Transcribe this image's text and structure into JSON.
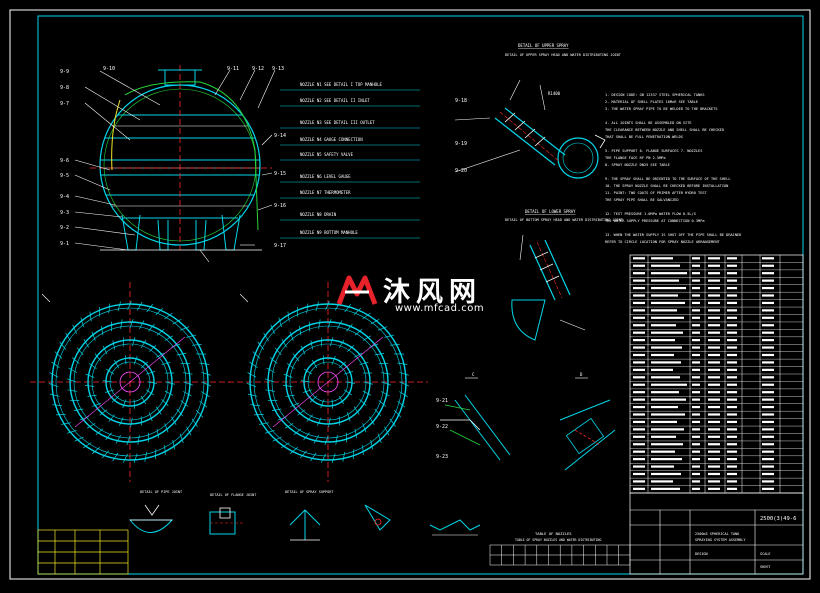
{
  "colors": {
    "background": "#000000",
    "frame": "#ffffff",
    "line_cyan": "#00d6e8",
    "line_red": "#ff2a2a",
    "line_green": "#27d63a",
    "line_yellow": "#f2e52a",
    "line_magenta": "#ff4cff",
    "text_white": "#ffffff",
    "watermark_red": "#e8222a"
  },
  "watermark": {
    "brand": "沐风网",
    "site": "www.mfcad.com",
    "icon": "mf-logo-icon"
  },
  "elevation_callouts_left": [
    "9-9",
    "9-8",
    "9-7",
    "9-6",
    "9-5",
    "9-4",
    "9-3",
    "9-2",
    "9-1"
  ],
  "elevation_callouts_top": [
    "9-10",
    "9-11",
    "9-12",
    "9-13"
  ],
  "elevation_callouts_right": [
    "9-14",
    "9-15",
    "9-16",
    "9-17"
  ],
  "detail_callouts": [
    "9-18",
    "9-19",
    "9-20",
    "9-21",
    "9-22",
    "9-23"
  ],
  "title_block": {
    "drawing_number": "2500(3)49-6"
  }
}
